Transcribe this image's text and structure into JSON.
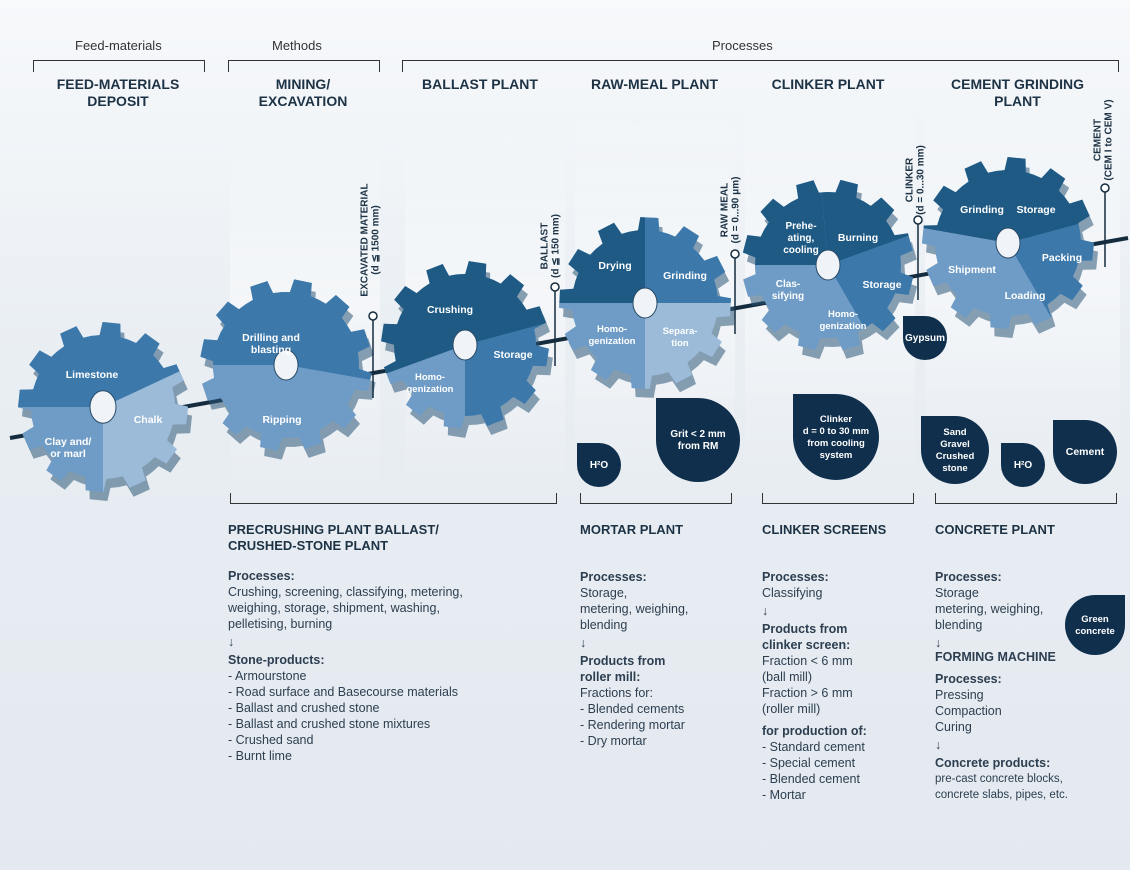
{
  "header": {
    "feed_materials": "Feed-materials",
    "methods": "Methods",
    "processes": "Processes"
  },
  "sections": {
    "deposit": "FEED-MATERIALS\nDEPOSIT",
    "mining": "MINING/\nEXCAVATION",
    "ballast": "BALLAST PLANT",
    "raw_meal": "RAW-MEAL PLANT",
    "clinker": "CLINKER PLANT",
    "cement": "CEMENT GRINDING\nPLANT"
  },
  "gears": {
    "g1": {
      "top": "Limestone",
      "left": "Clay and/\nor marl",
      "right": "Chalk"
    },
    "g2": {
      "top": "Drilling and\nblasting",
      "bottom": "Ripping"
    },
    "g3": {
      "top": "Crushing",
      "left": "Homo-\ngenization",
      "right": "Storage"
    },
    "g4": {
      "tl": "Drying",
      "tr": "Grinding",
      "bl": "Homo-\ngenization",
      "br": "Separa-\ntion"
    },
    "g5": {
      "tl": "Prehe-\nating,\ncooling",
      "tr": "Burning",
      "l": "Clas-\nsifying",
      "r": "Storage",
      "b": "Homo-\ngenization"
    },
    "g6": {
      "tl": "Grinding",
      "tr": "Storage",
      "l": "Shipment",
      "r": "Packing",
      "b": "Loading"
    }
  },
  "stations": {
    "excavated": "EXCAVATED MATERIAL\n(d ≦ 1500 mm)",
    "ballast": "BALLAST\n(d ≦ 150 mm)",
    "raw_meal": "RAW MEAL\n(d = 0...90 μm)",
    "clinker": "CLINKER\n(d = 0...30 mm)",
    "cement": "CEMENT\n(CEM I to CEM V)"
  },
  "bubbles": {
    "gypsum": "Gypsum",
    "h2o_a": "H²O",
    "grit": "Grit < 2 mm\nfrom RM",
    "clinker_cool": "Clinker\nd = 0 to 30 mm\nfrom cooling\nsystem",
    "sand": "Sand\nGravel\nCrushed\nstone",
    "h2o_b": "H²O",
    "cement": "Cement",
    "green": "Green\nconcrete"
  },
  "columns": {
    "precrushing": {
      "title": "PRECRUSHING PLANT BALLAST/\nCRUSHED-STONE PLANT",
      "processes_label": "Processes:",
      "processes": [
        "Crushing, screening, classifying, metering,",
        "weighing, storage, shipment, washing,",
        "pelletising, burning"
      ],
      "arrow": "↓",
      "products_label": "Stone-products:",
      "products": [
        "- Armourstone",
        "- Road surface and Basecourse materials",
        "- Ballast and crushed stone",
        "- Ballast and crushed stone mixtures",
        "- Crushed sand",
        "- Burnt lime"
      ]
    },
    "mortar": {
      "title": "MORTAR PLANT",
      "processes_label": "Processes:",
      "processes": [
        "Storage,",
        "metering, weighing,",
        "blending"
      ],
      "arrow": "↓",
      "products_label": [
        "Products from",
        "roller mill:"
      ],
      "fractions_label": "Fractions for:",
      "products": [
        "- Blended cements",
        "- Rendering mortar",
        "- Dry mortar"
      ]
    },
    "clinker_screens": {
      "title": "CLINKER SCREENS",
      "processes_label": "Processes:",
      "processes": [
        "Classifying"
      ],
      "arrow": "↓",
      "products_label": [
        "Products from",
        "clinker screen:"
      ],
      "fractions": [
        "Fraction < 6 mm",
        "(ball mill)",
        "Fraction > 6 mm",
        "(roller mill)"
      ],
      "production_label": "for production of:",
      "production": [
        "- Standard cement",
        "- Special cement",
        "- Blended cement",
        "- Mortar"
      ]
    },
    "concrete": {
      "title": "CONCRETE PLANT",
      "processes_label": "Processes:",
      "processes": [
        "Storage",
        "metering, weighing,",
        "blending"
      ],
      "arrow": "↓",
      "forming": "FORMING MACHINE",
      "forming_processes_label": "Processes:",
      "forming_processes": [
        "Pressing",
        "Compaction",
        "Curing"
      ],
      "arrow2": "↓",
      "products_label": "Concrete products:",
      "products": [
        "pre-cast concrete blocks,",
        "concrete slabs, pipes, etc."
      ]
    }
  },
  "colors": {
    "dark": "#1f5a85",
    "mid": "#3c78aa",
    "light": "#6f9cc6",
    "pale": "#9bbbd9",
    "bubble": "#0f2f4c",
    "line": "#152c3f"
  }
}
